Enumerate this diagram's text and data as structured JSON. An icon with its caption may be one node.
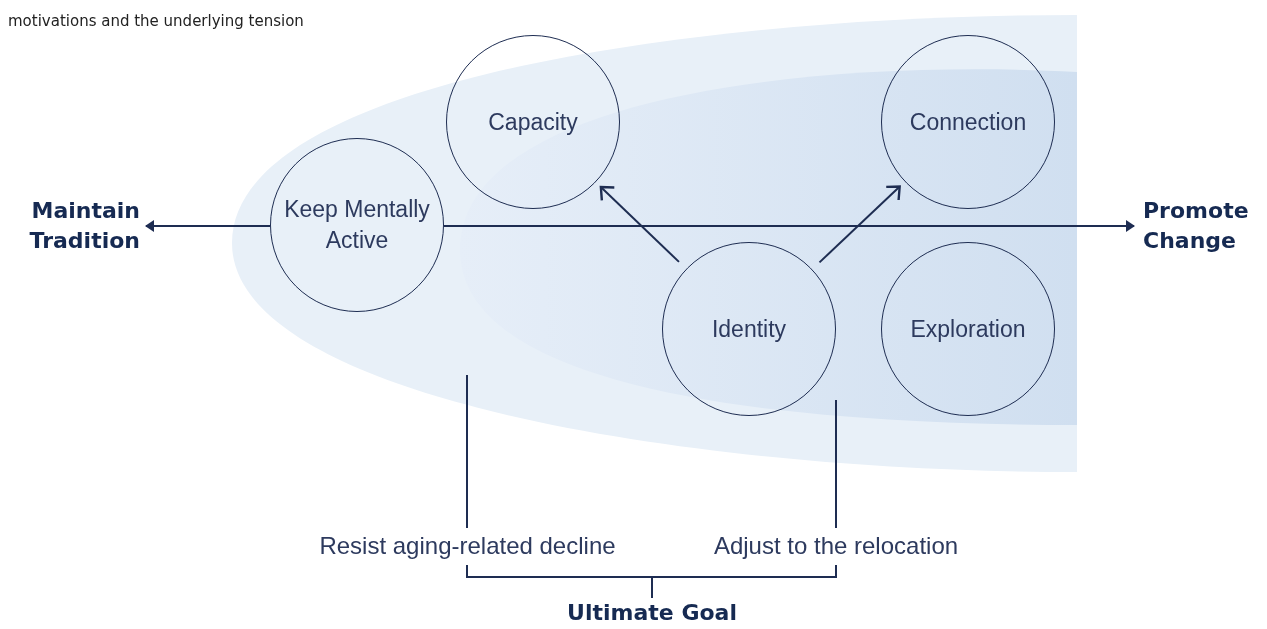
{
  "diagram": {
    "nodes": [
      {
        "text": [
          "Maintain Tradition"
        ]
      },
      {
        "text": [
          "Keep Mentally Active"
        ]
      },
      {
        "text": [
          "Capacity"
        ]
      },
      {
        "text": [
          "Connection"
        ]
      },
      {
        "text": [
          "Identity"
        ]
      },
      {
        "text": [
          "Exploration"
        ]
      },
      {
        "text": [
          "Promote Change"
        ]
      },
      {
        "text": [
          "Resist aging-related decline"
        ]
      },
      {
        "text": [
          "Adjust to the relocation"
        ]
      },
      {
        "text": [
          "Ultimate Goal"
        ]
      }
    ],
    "edges": [
      {
        "from": 1,
        "to": 0,
        "arrow": "to"
      },
      {
        "from": 1,
        "to": 6,
        "arrow": "to"
      },
      {
        "from": 4,
        "to": 2,
        "arrow": "to"
      },
      {
        "from": 4,
        "to": 3,
        "arrow": "to"
      },
      {
        "from": 7,
        "to": null,
        "arrow": "none"
      },
      {
        "from": 8,
        "to": 4,
        "arrow": "none"
      },
      {
        "from": 7,
        "to": 9,
        "arrow": "none"
      },
      {
        "from": 8,
        "to": 9,
        "arrow": "none"
      }
    ],
    "labels": [
      "motivations and the underlying tension"
    ]
  }
}
